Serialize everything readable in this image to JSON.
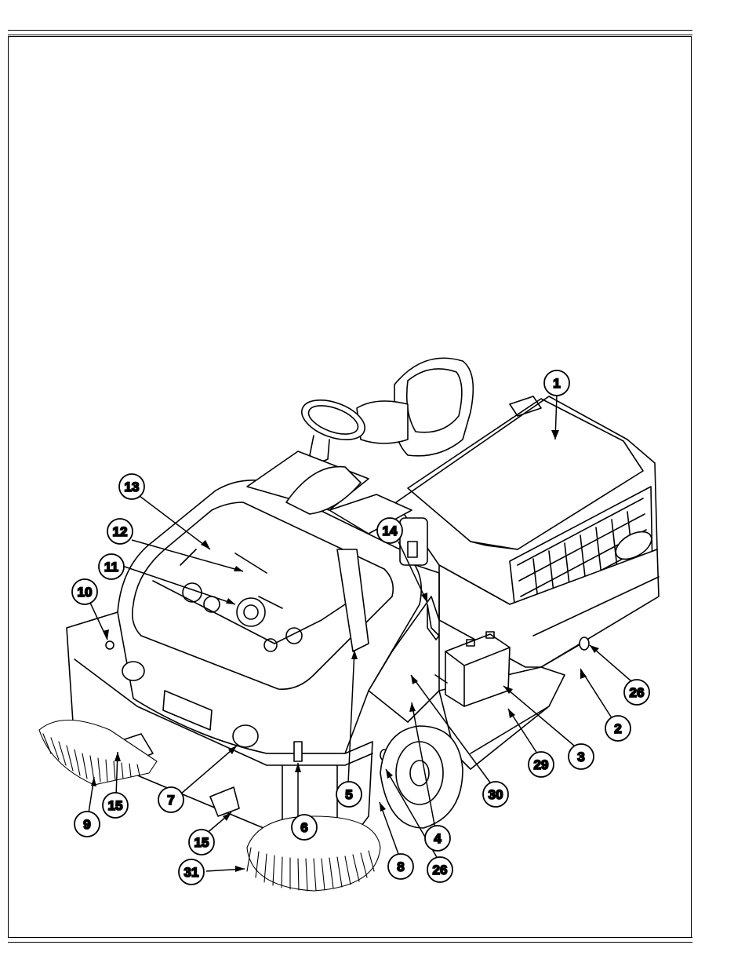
{
  "figure": {
    "subject": "sweeper-machine-overview",
    "colors": {
      "line": "#000000",
      "paper": "#ffffff",
      "shade": "#d9d9d9"
    },
    "callouts": [
      {
        "id": "c1",
        "label": "1"
      },
      {
        "id": "c13",
        "label": "13"
      },
      {
        "id": "c12",
        "label": "12"
      },
      {
        "id": "c11",
        "label": "11"
      },
      {
        "id": "c10",
        "label": "10"
      },
      {
        "id": "c14",
        "label": "14"
      },
      {
        "id": "c26a",
        "label": "26"
      },
      {
        "id": "c2",
        "label": "2"
      },
      {
        "id": "c3",
        "label": "3"
      },
      {
        "id": "c29",
        "label": "29"
      },
      {
        "id": "c30",
        "label": "30"
      },
      {
        "id": "c5",
        "label": "5"
      },
      {
        "id": "c7",
        "label": "7"
      },
      {
        "id": "c6",
        "label": "6"
      },
      {
        "id": "c9",
        "label": "9"
      },
      {
        "id": "c15a",
        "label": "15"
      },
      {
        "id": "c15b",
        "label": "15"
      },
      {
        "id": "c4",
        "label": "4"
      },
      {
        "id": "c8",
        "label": "8"
      },
      {
        "id": "c26b",
        "label": "26"
      },
      {
        "id": "c31",
        "label": "31"
      }
    ]
  }
}
